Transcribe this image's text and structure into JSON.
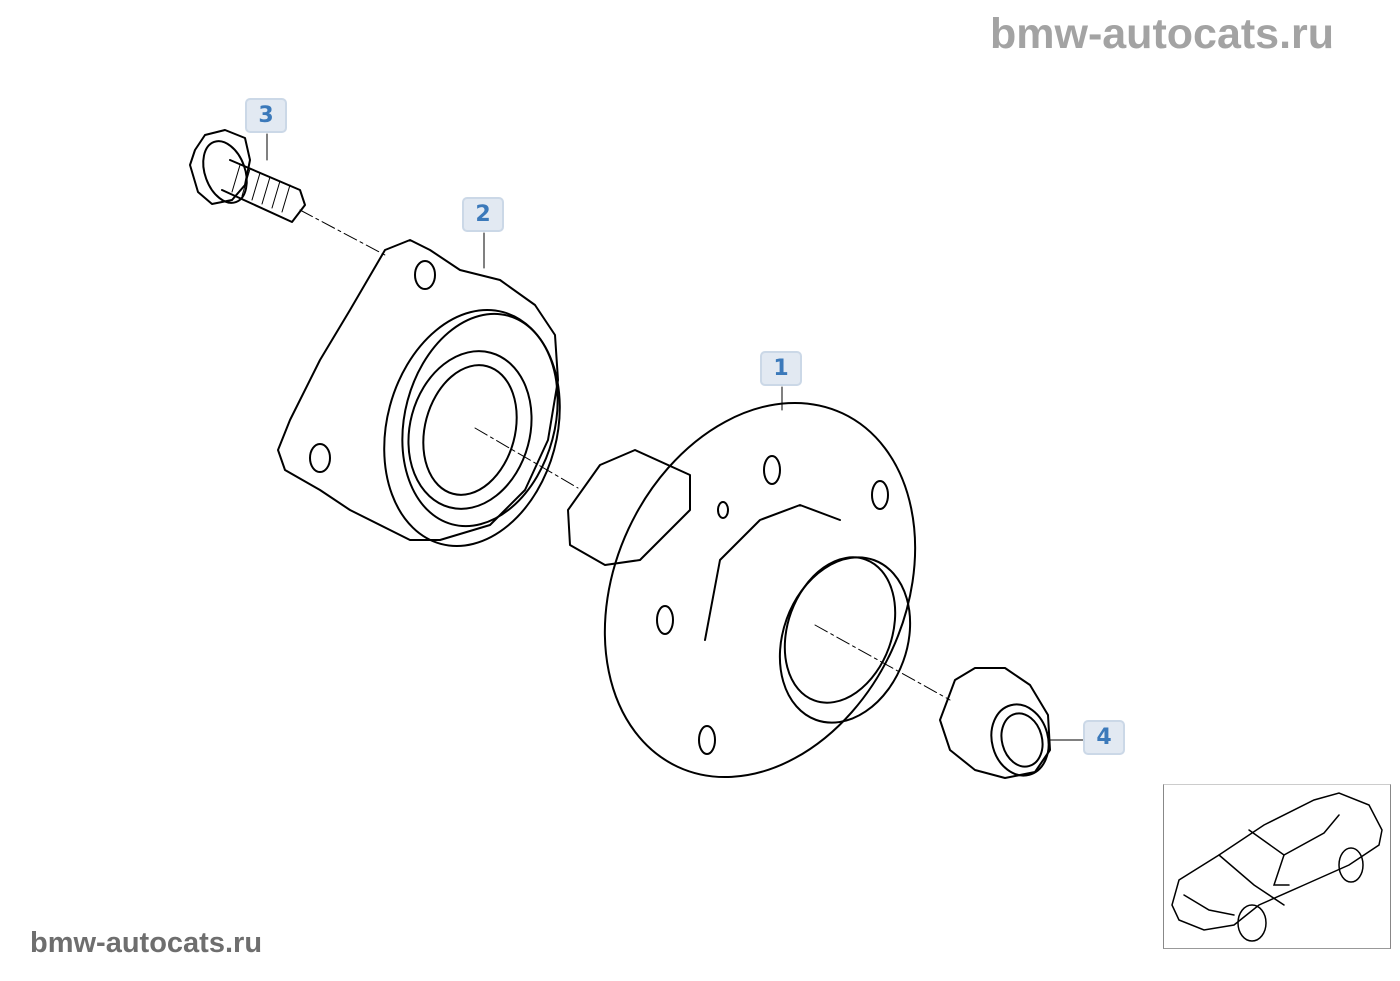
{
  "watermark_top": "bmw-autocats.ru",
  "watermark_bottom": "bmw-autocats.ru",
  "callouts": [
    {
      "number": "1",
      "part": "wheel-hub"
    },
    {
      "number": "2",
      "part": "wheel-bearing"
    },
    {
      "number": "3",
      "part": "hex-bolt"
    },
    {
      "number": "4",
      "part": "collar-nut"
    }
  ]
}
